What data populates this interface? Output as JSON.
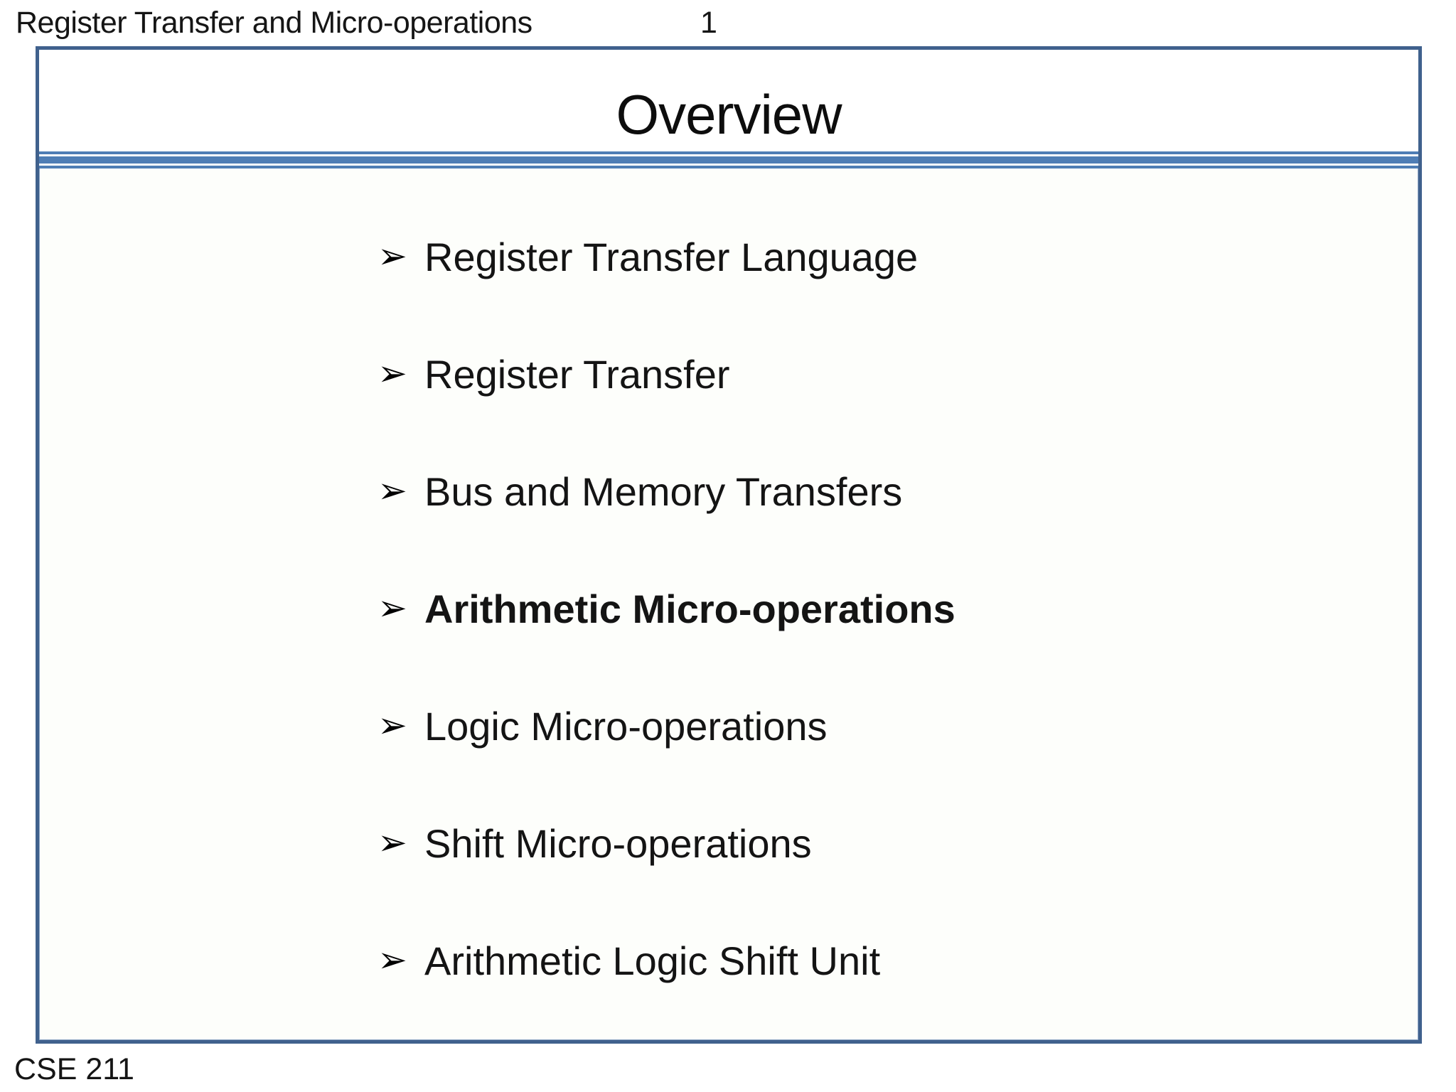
{
  "page": {
    "header": {
      "title": "Register Transfer and Micro-operations",
      "page_number": "1"
    },
    "footer": {
      "course_code": "CSE 211"
    }
  },
  "slide": {
    "title": "Overview",
    "bullet_glyph": "➢",
    "bullets": [
      {
        "label": "Register Transfer Language",
        "bold": false
      },
      {
        "label": "Register Transfer",
        "bold": false
      },
      {
        "label": "Bus and Memory Transfers",
        "bold": false
      },
      {
        "label": "Arithmetic Micro-operations",
        "bold": true
      },
      {
        "label": "Logic Micro-operations",
        "bold": false
      },
      {
        "label": "Shift Micro-operations",
        "bold": false
      },
      {
        "label": "Arithmetic Logic Shift Unit",
        "bold": false
      }
    ]
  },
  "colors": {
    "slide_border": "#40618D",
    "separator_blue": "#4E7DB5",
    "text": "#111111"
  }
}
